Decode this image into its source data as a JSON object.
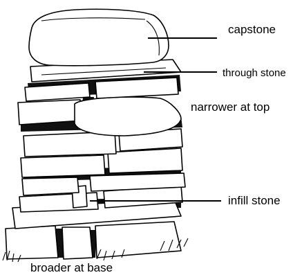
{
  "labels": {
    "capstone": "capstone",
    "through_stone": "through stone",
    "narrower_at_top": "narrower at top",
    "infill_stone": "infill stone",
    "broader_at_base": "broader at base"
  }
}
